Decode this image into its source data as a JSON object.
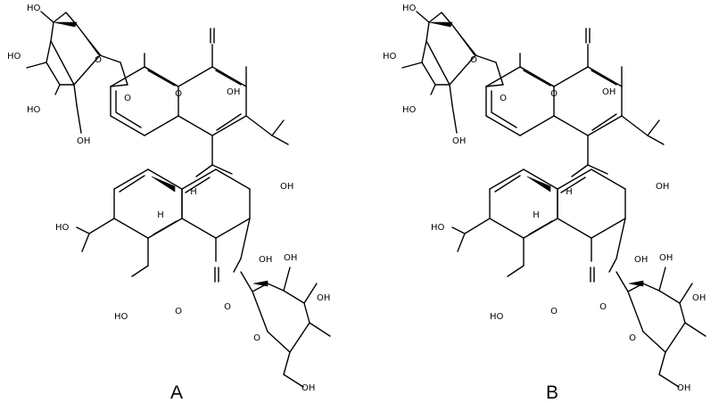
{
  "figure": {
    "panels": [
      {
        "id": "A",
        "label": "A",
        "atom_labels": {
          "glc_top_ch2oh": "HO",
          "glc_top_ho4": "HO",
          "glc_top_ho3": "HO",
          "glc_top_oh2": "OH",
          "glc_top_ring_o": "O",
          "glc_top_link_o": "O",
          "top_ketone_o": "O",
          "top_phenol": "OH",
          "top_cooh": "OH",
          "top_h10": "H",
          "bot_h10": "H",
          "bot_cooh": "HO",
          "bot_phenol": "HO",
          "bot_ketone_o": "O",
          "glc_bot_link_o": "O",
          "glc_bot_ring_o": "O",
          "glc_bot_oh2": "OH",
          "glc_bot_oh3": "OH",
          "glc_bot_oh4": "OH",
          "glc_bot_ch2oh": "OH"
        }
      },
      {
        "id": "B",
        "label": "B",
        "atom_labels": {
          "glc_top_ch2oh": "HO",
          "glc_top_ho4": "HO",
          "glc_top_ho3": "HO",
          "glc_top_oh2": "OH",
          "glc_top_ring_o": "O",
          "glc_top_link_o": "O",
          "top_ketone_o": "O",
          "top_phenol": "OH",
          "top_cooh": "OH",
          "top_h10": "H",
          "bot_h10": "H",
          "bot_cooh": "HO",
          "bot_phenol": "HO",
          "bot_ketone_o": "O",
          "glc_bot_link_o": "O",
          "glc_bot_ring_o": "O",
          "glc_bot_oh2": "OH",
          "glc_bot_oh3": "OH",
          "glc_bot_oh4": "OH",
          "glc_bot_ch2oh": "OH"
        }
      }
    ]
  }
}
